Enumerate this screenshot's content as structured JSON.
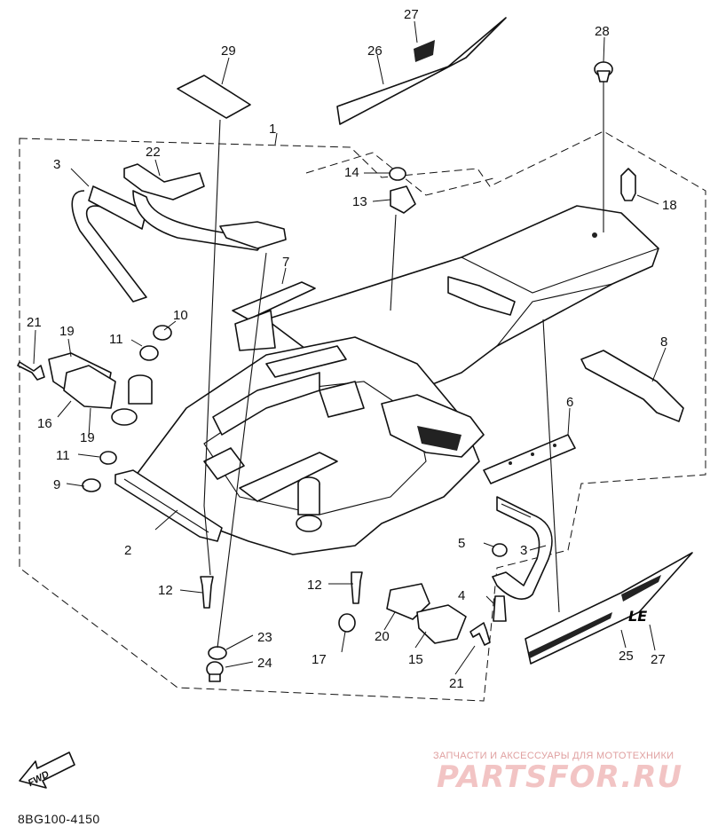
{
  "figure": {
    "reference_code": "8BG100-4150",
    "forward_label": "FWD",
    "decal_text": "LE"
  },
  "watermark": {
    "tagline": "ЗАПЧАСТИ И АКСЕССУАРЫ ДЛЯ МОТОТЕХНИКИ",
    "logo": "PARTSFOR.RU"
  },
  "callouts": [
    {
      "id": "c1",
      "text": "1"
    },
    {
      "id": "c2",
      "text": "2"
    },
    {
      "id": "c3a",
      "text": "3"
    },
    {
      "id": "c3b",
      "text": "3"
    },
    {
      "id": "c4",
      "text": "4"
    },
    {
      "id": "c5",
      "text": "5"
    },
    {
      "id": "c6",
      "text": "6"
    },
    {
      "id": "c7",
      "text": "7"
    },
    {
      "id": "c8",
      "text": "8"
    },
    {
      "id": "c9",
      "text": "9"
    },
    {
      "id": "c10",
      "text": "10"
    },
    {
      "id": "c11a",
      "text": "11"
    },
    {
      "id": "c11b",
      "text": "11"
    },
    {
      "id": "c12a",
      "text": "12"
    },
    {
      "id": "c12b",
      "text": "12"
    },
    {
      "id": "c13",
      "text": "13"
    },
    {
      "id": "c14",
      "text": "14"
    },
    {
      "id": "c15",
      "text": "15"
    },
    {
      "id": "c16",
      "text": "16"
    },
    {
      "id": "c17",
      "text": "17"
    },
    {
      "id": "c18",
      "text": "18"
    },
    {
      "id": "c19a",
      "text": "19"
    },
    {
      "id": "c19b",
      "text": "19"
    },
    {
      "id": "c20",
      "text": "20"
    },
    {
      "id": "c21a",
      "text": "21"
    },
    {
      "id": "c21b",
      "text": "21"
    },
    {
      "id": "c22",
      "text": "22"
    },
    {
      "id": "c23",
      "text": "23"
    },
    {
      "id": "c24",
      "text": "24"
    },
    {
      "id": "c25",
      "text": "25"
    },
    {
      "id": "c26",
      "text": "26"
    },
    {
      "id": "c27a",
      "text": "27"
    },
    {
      "id": "c27b",
      "text": "27"
    },
    {
      "id": "c28",
      "text": "28"
    },
    {
      "id": "c29",
      "text": "29"
    }
  ]
}
